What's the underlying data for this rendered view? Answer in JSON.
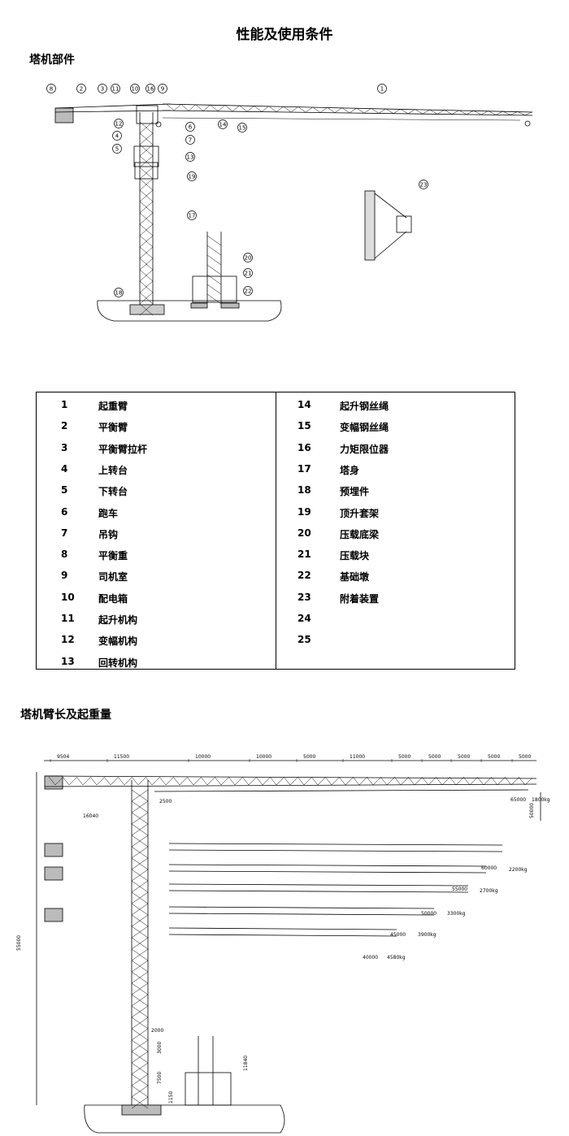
{
  "title": "性能及使用条件",
  "sections": {
    "parts": "塔机部件",
    "jib": "塔机臂长及起重量"
  },
  "callouts": [
    "8",
    "2",
    "3",
    "11",
    "10",
    "16",
    "9",
    "1",
    "12",
    "4",
    "5",
    "6",
    "7",
    "13",
    "14",
    "15",
    "19",
    "17",
    "18",
    "20",
    "21",
    "22",
    "23"
  ],
  "parts_left": [
    {
      "num": "1",
      "name": "起重臂"
    },
    {
      "num": "2",
      "name": "平衡臂"
    },
    {
      "num": "3",
      "name": "平衡臂拉杆"
    },
    {
      "num": "4",
      "name": "上转台"
    },
    {
      "num": "5",
      "name": "下转台"
    },
    {
      "num": "6",
      "name": "跑车"
    },
    {
      "num": "7",
      "name": "吊钩"
    },
    {
      "num": "8",
      "name": "平衡重"
    },
    {
      "num": "9",
      "name": "司机室"
    },
    {
      "num": "10",
      "name": "配电箱"
    },
    {
      "num": "11",
      "name": "起升机构"
    },
    {
      "num": "12",
      "name": "变幅机构"
    },
    {
      "num": "13",
      "name": "回转机构"
    }
  ],
  "parts_right": [
    {
      "num": "14",
      "name": "起升钢丝绳"
    },
    {
      "num": "15",
      "name": "变幅钢丝绳"
    },
    {
      "num": "16",
      "name": "力矩限位器"
    },
    {
      "num": "17",
      "name": "塔身"
    },
    {
      "num": "18",
      "name": "预埋件"
    },
    {
      "num": "19",
      "name": "顶升套架"
    },
    {
      "num": "20",
      "name": "压载底梁"
    },
    {
      "num": "21",
      "name": "压载块"
    },
    {
      "num": "22",
      "name": "基础墩"
    },
    {
      "num": "23",
      "name": "附着装置"
    },
    {
      "num": "24",
      "name": ""
    },
    {
      "num": "25",
      "name": ""
    }
  ],
  "dimensions": {
    "top": [
      "9504",
      "11500",
      "10000",
      "10000",
      "5000",
      "11000",
      "5000",
      "5000",
      "5000",
      "5000",
      "5000"
    ],
    "counterjib": "16040",
    "trolley": "2500",
    "height_total": "55000",
    "tip_height": "50000",
    "foot_a": "2000",
    "foot_b": "3000",
    "foot_c": "7500",
    "foot_d": "1150",
    "foot_e": "11840"
  },
  "loads": [
    {
      "radius": "65000",
      "load": "1800kg"
    },
    {
      "radius": "60000",
      "load": "2200kg"
    },
    {
      "radius": "55000",
      "load": "2700kg"
    },
    {
      "radius": "50000",
      "load": "3300kg"
    },
    {
      "radius": "45000",
      "load": "3900kg"
    },
    {
      "radius": "40000",
      "load": "4580kg"
    }
  ]
}
